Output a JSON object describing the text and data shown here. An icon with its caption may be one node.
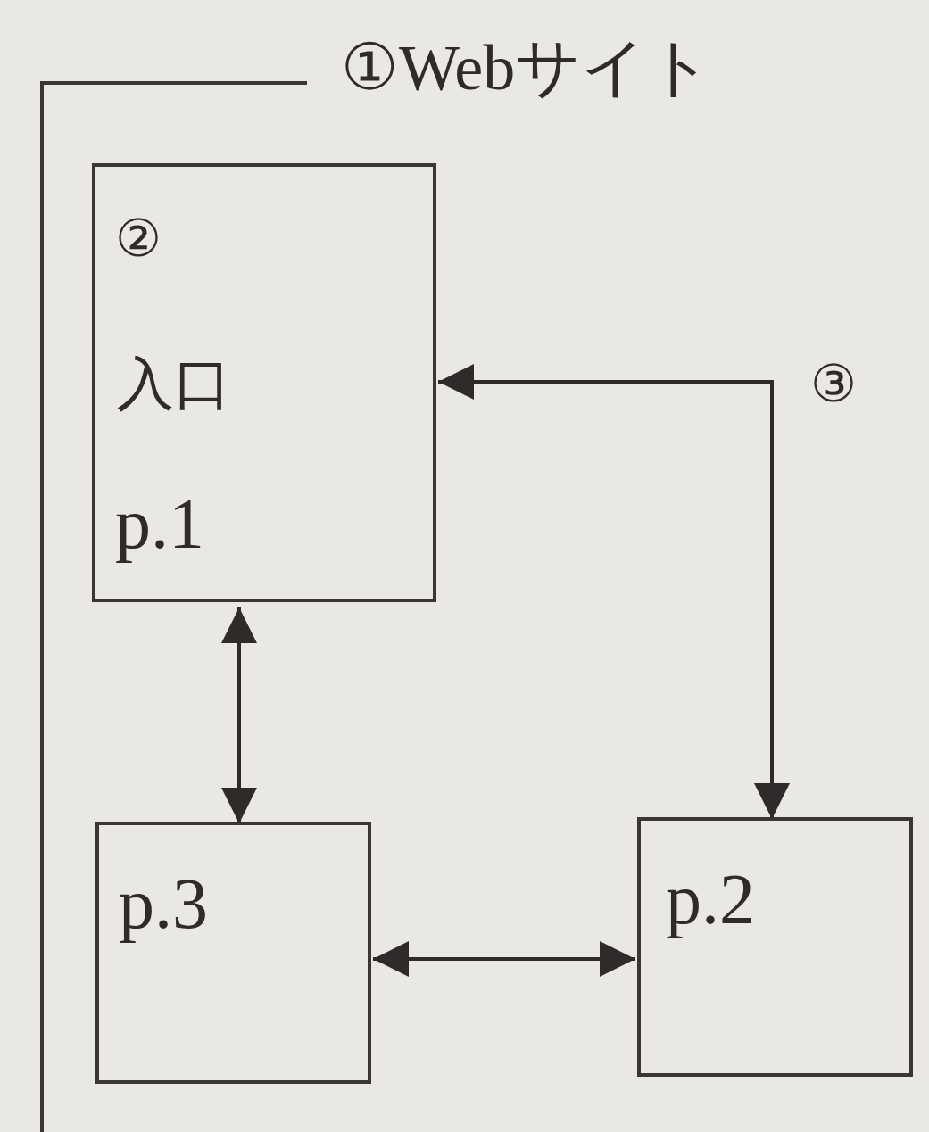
{
  "diagram": {
    "nodes": [
      {
        "text": [
          "①Webサイト"
        ]
      },
      {
        "text": [
          "②",
          "入口",
          "p.1"
        ],
        "in": 0
      },
      {
        "text": [
          "p.3"
        ],
        "in": 0
      },
      {
        "text": [
          "p.2"
        ],
        "in": 0
      }
    ],
    "edges": [
      {
        "from": 1,
        "to": 2,
        "arrow": "both"
      },
      {
        "from": 1,
        "to": 3,
        "arrow": "both",
        "label": "③"
      },
      {
        "from": 2,
        "to": 3,
        "arrow": "both"
      }
    ]
  }
}
